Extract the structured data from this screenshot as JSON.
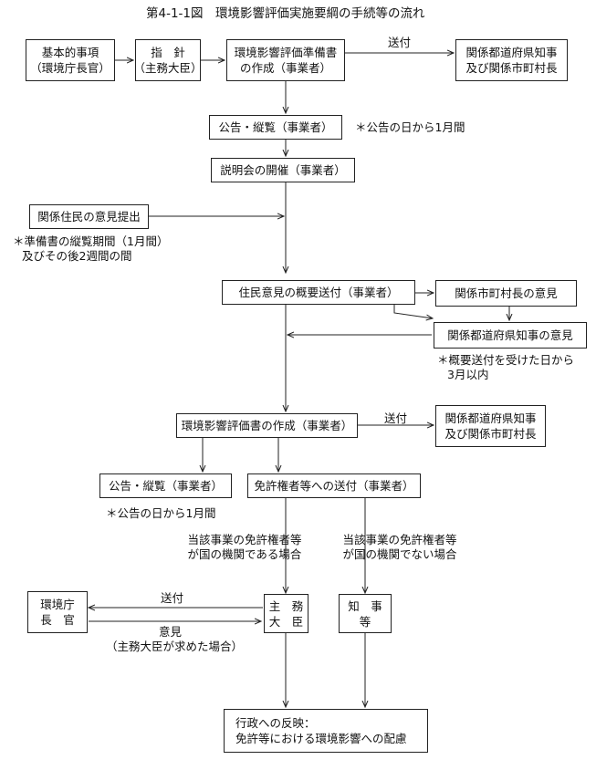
{
  "title": "第4-1-1図　環境影響評価実施要綱の手続等の流れ",
  "boxes": {
    "basic": [
      "基本的事項",
      "（環境庁長官）"
    ],
    "guideline": [
      "指　針",
      "（主務大臣）"
    ],
    "prep_doc": [
      "環境影響評価準備書",
      "の作成（事業者）"
    ],
    "gov_top": [
      "関係都道府県知事",
      "及び関係市町村長"
    ],
    "notice1": "公告・縦覧（事業者）",
    "briefing": "説明会の開催（事業者）",
    "residents": "関係住民の意見提出",
    "summary": "住民意見の概要送付（事業者）",
    "municipal": "関係市町村長の意見",
    "prefectural": "関係都道府県知事の意見",
    "eval_doc": "環境影響評価書の作成（事業者）",
    "gov_mid": [
      "関係都道府県知事",
      "及び関係市町村長"
    ],
    "notice2": "公告・縦覧（事業者）",
    "license": "免許権者等への送付（事業者）",
    "env_agency": [
      "環境庁",
      "長　官"
    ],
    "minister": [
      "主　務",
      "大　臣"
    ],
    "governor": [
      "知　事",
      "等"
    ],
    "admin": [
      "行政への反映：",
      "免許等における環境影響への配慮"
    ]
  },
  "labels": {
    "send_top": "送付",
    "send_mid": "送付",
    "send_left": "送付",
    "opinion": "意見",
    "opinion_note": "（主務大臣が求めた場合）",
    "case_national_1": "当該事業の免許権者等",
    "case_national_2": "が国の機関である場合",
    "case_non_national_1": "当該事業の免許権者等",
    "case_non_national_2": "が国の機関でない場合"
  },
  "notes": {
    "notice1_period": "＊公告の日から1月間",
    "prep_period_1": "＊準備書の縦覧期間（1月間）",
    "prep_period_2": "及びその後2週間の間",
    "summary_period_1": "＊概要送付を受けた日から",
    "summary_period_2": "3月以内",
    "notice2_period": "＊公告の日から1月間"
  }
}
